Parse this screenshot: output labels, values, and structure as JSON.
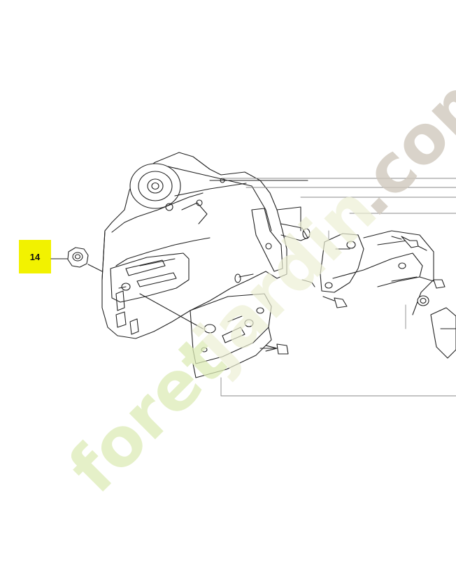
{
  "callout": {
    "number": "14",
    "highlight_color": "#f2f200"
  },
  "watermark": {
    "segments": [
      {
        "text": "foret",
        "color": "#dcebb6"
      },
      {
        "text": "jardin",
        "color": "#ecefd4"
      },
      {
        "text": ".com",
        "color": "#cfc8bd"
      }
    ]
  }
}
